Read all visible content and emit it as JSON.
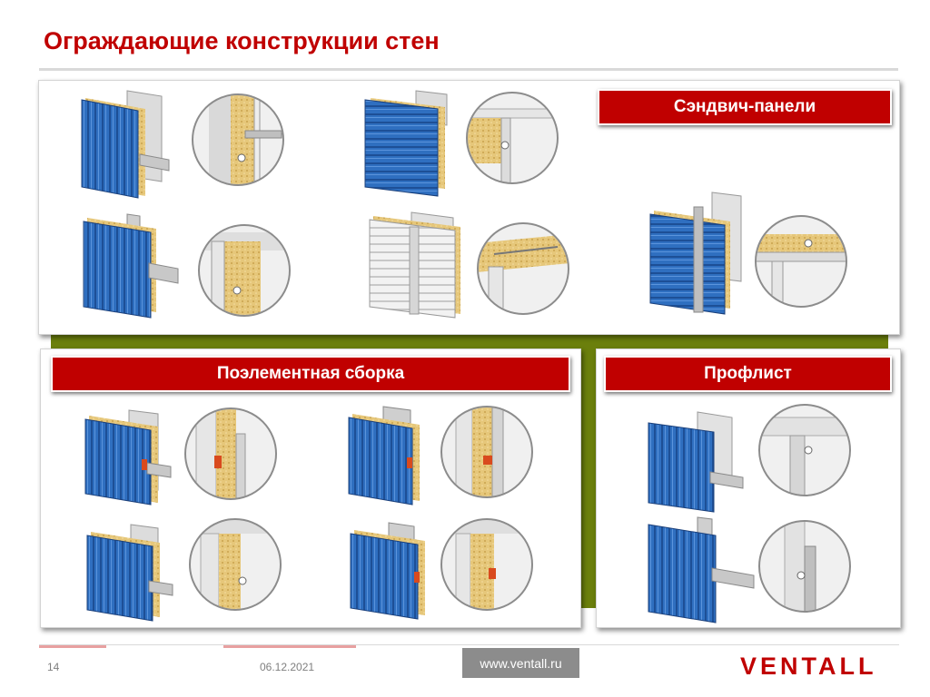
{
  "slide": {
    "title": "Ограждающие конструкции стен",
    "page_number": "14",
    "date": "06.12.2021",
    "website": "www.ventall.ru",
    "logo_text": "VENTALL"
  },
  "sections": {
    "sandwich": {
      "label": "Сэндвич-панели"
    },
    "element": {
      "label": "Поэлементная сборка"
    },
    "profile": {
      "label": "Профлист"
    }
  },
  "colors": {
    "accent_red": "#c00000",
    "olive": "#6b7f0c",
    "panel_blue": "#2f6fc0",
    "insulation": "#e6c77a"
  }
}
